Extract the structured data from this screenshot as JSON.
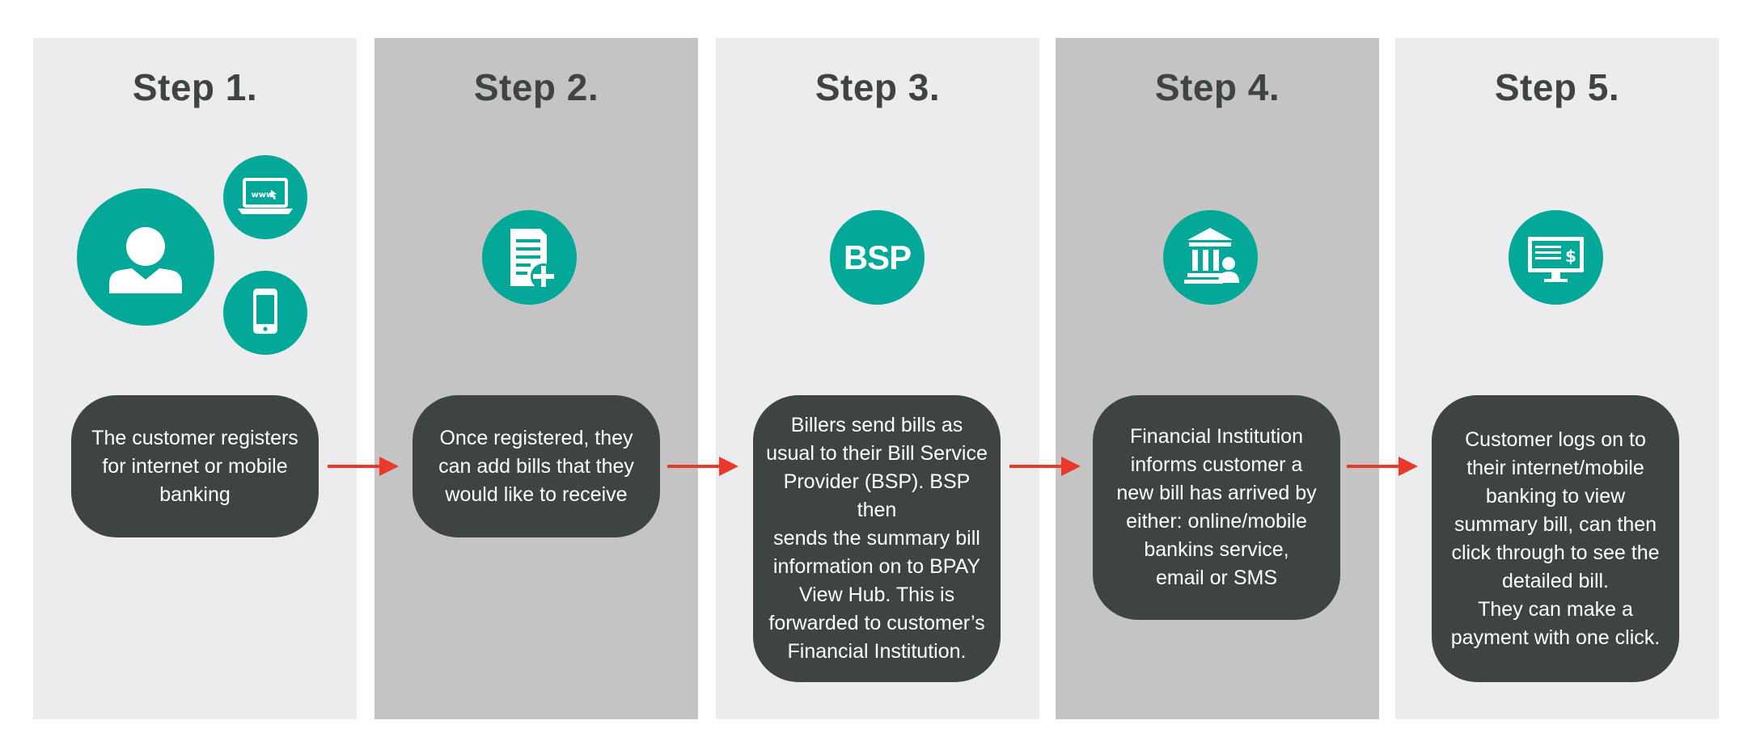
{
  "colors": {
    "teal": "#03a898",
    "dark_box": "#3d4443",
    "light_panel": "#ececee",
    "dark_panel": "#c4c4c4",
    "arrow": "#e8392a"
  },
  "steps": [
    {
      "title": "Step 1.",
      "text": "The customer registers\nfor internet or mobile\nbanking",
      "icons": [
        "user-icon",
        "laptop-www-icon",
        "mobile-phone-icon"
      ],
      "laptop_label": "www."
    },
    {
      "title": "Step 2.",
      "text": "Once registered, they\ncan add bills that they\nwould like to receive",
      "icons": [
        "add-bill-document-icon"
      ]
    },
    {
      "title": "Step 3.",
      "text": "Billers send bills as\nusual to their Bill Service\nProvider (BSP). BSP then\nsends the summary bill\ninformation on to BPAY\nView Hub. This is\nforwarded to customer’s\nFinancial Institution.",
      "icon_label": "BSP"
    },
    {
      "title": "Step 4.",
      "text": "Financial Institution\ninforms customer a\nnew bill has arrived by\neither: online/mobile\nbankins service,\nemail or SMS",
      "icons": [
        "bank-icon"
      ]
    },
    {
      "title": "Step 5.",
      "text": "Customer logs on to\ntheir internet/mobile\nbanking to view\nsummary bill, can then\nclick through to see the\ndetailed bill.\nThey can make a\npayment with one click.",
      "icons": [
        "monitor-bill-icon"
      ],
      "monitor_label": "$"
    }
  ]
}
